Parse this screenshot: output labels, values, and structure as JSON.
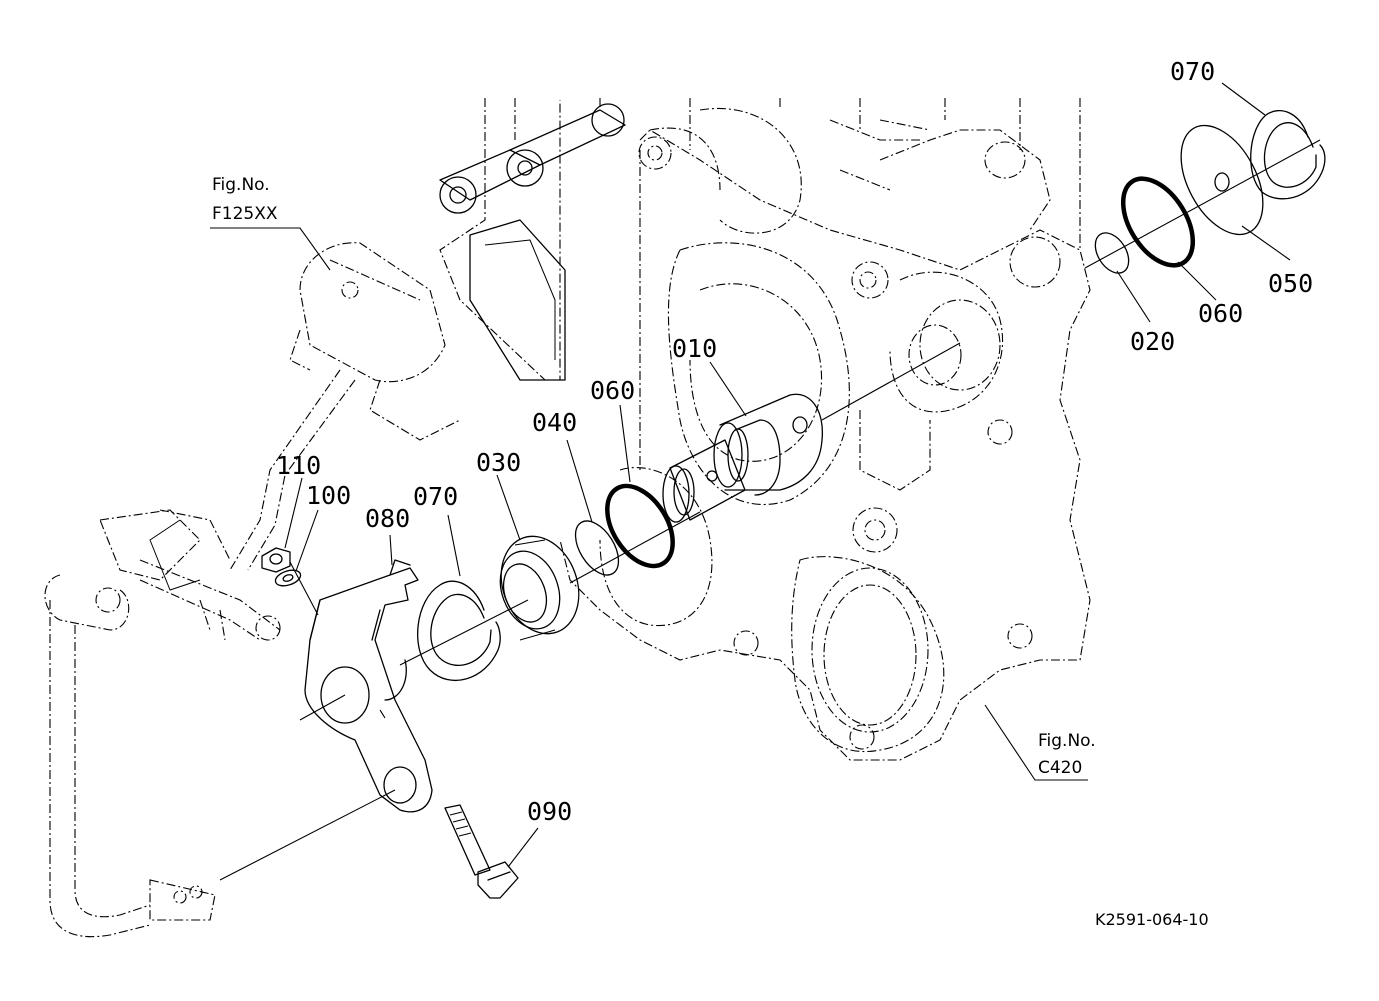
{
  "diagram": {
    "drawing_code": "K2591-064-10",
    "fig_refs": [
      {
        "line1": "Fig.No.",
        "line2": "F125XX"
      },
      {
        "line1": "Fig.No.",
        "line2": "C420"
      }
    ],
    "part_labels": {
      "p010": "010",
      "p020": "020",
      "p030": "030",
      "p040": "040",
      "p050": "050",
      "p060a": "060",
      "p060b": "060",
      "p070a": "070",
      "p070b": "070",
      "p080": "080",
      "p090": "090",
      "p100": "100",
      "p110": "110"
    }
  }
}
